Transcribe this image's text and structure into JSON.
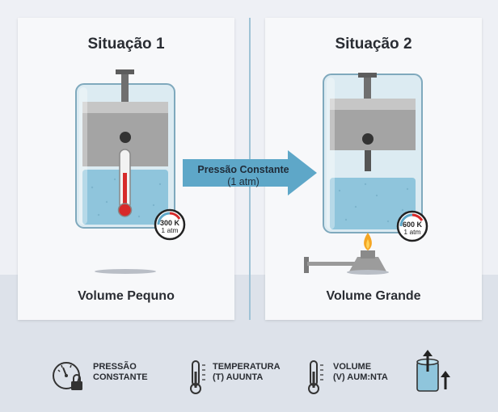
{
  "situation1": {
    "title": "Situação 1",
    "caption": "Volume Pequno",
    "gauge_temp": "300 K",
    "gauge_pressure": "1 atm"
  },
  "situation2": {
    "title": "Situação 2",
    "caption": "Volume Grande",
    "gauge_temp": "600 K",
    "gauge_pressure": "1 atm"
  },
  "arrow": {
    "line1": "Pressão Constante",
    "line2": "(1 atm)"
  },
  "legend": [
    {
      "icon": "pressure-gauge-lock-icon",
      "line1": "PRESSÃO",
      "line2": "CONSTANTE"
    },
    {
      "icon": "thermometer-icon",
      "line1": "TEMPERATURA",
      "line2": "(T) AUUNTA"
    },
    {
      "icon": "thermometer-icon",
      "line1": "VOLUME",
      "line2": "(V) AUM:NTA"
    },
    {
      "icon": "cylinder-volume-up-icon"
    }
  ],
  "colors": {
    "water": "#8fc5dc",
    "glass": "#cfe6f0",
    "piston": "#9a9a9a",
    "arrow": "#5ea7c8",
    "mercury": "#d72a2a",
    "flame": "#f5a623"
  }
}
